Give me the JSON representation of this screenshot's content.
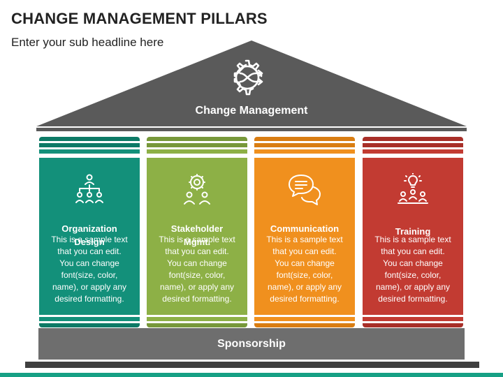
{
  "header": {
    "title": "CHANGE MANAGEMENT PILLARS",
    "subtitle": "Enter your sub headline here"
  },
  "roof": {
    "label": "Change Management",
    "icon": "gear-shuffle-icon",
    "color": "#5a5a5a"
  },
  "pillars": [
    {
      "title": "Organization\nDesign",
      "icon": "org-chart-icon",
      "color": "#13907a",
      "cap_color": "#0d7a66",
      "text": "This is a sample text\nthat you can edit.\nYou can change\nfont(size, color,\nname), or apply any\ndesired formatting."
    },
    {
      "title": "Stakeholder\nMgmt.",
      "icon": "stakeholder-gear-icon",
      "color": "#8db046",
      "cap_color": "#77983a",
      "text": "This is a sample text\nthat you can edit.\nYou can change\nfont(size, color,\nname), or apply any\ndesired formatting."
    },
    {
      "title": "Communication",
      "icon": "chat-bubbles-icon",
      "color": "#f0901e",
      "cap_color": "#d97d12",
      "text": "This is a sample text\nthat you can edit.\nYou can change\nfont(size, color,\nname), or apply any\ndesired formatting."
    },
    {
      "title": "Training",
      "icon": "trainer-idea-icon",
      "color": "#c23b32",
      "cap_color": "#a82f28",
      "text": "This is a sample text\nthat you can edit.\nYou can change\nfont(size, color,\nname), or apply any\ndesired formatting."
    }
  ],
  "foundation": {
    "label": "Sponsorship",
    "color": "#6e6e6e"
  },
  "accent_color": "#16a085"
}
